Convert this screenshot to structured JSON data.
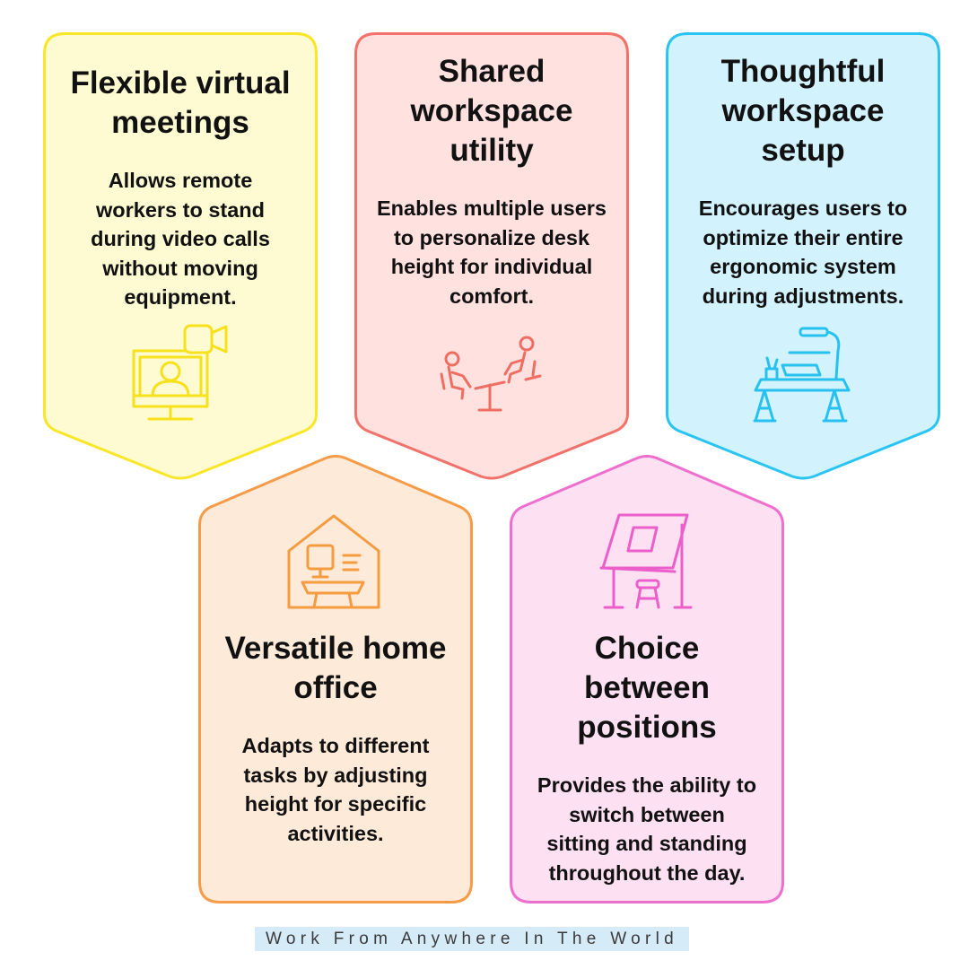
{
  "cards": [
    {
      "title": "Flexible virtual meetings",
      "description": "Allows remote workers to stand during video calls without moving equipment.",
      "icon": "video-call-monitor-icon",
      "fill": "#fefad2",
      "stroke": "#fae629",
      "icon_color": "#f7e11c"
    },
    {
      "title": "Shared workspace utility",
      "description": "Enables multiple users to personalize desk height for individual comfort.",
      "icon": "two-people-seesaw-icon",
      "fill": "#ffe1df",
      "stroke": "#f2716a",
      "icon_color": "#ef6e64"
    },
    {
      "title": "Thoughtful workspace setup",
      "description": "Encourages users to optimize their entire ergonomic system during adjustments.",
      "icon": "desk-lamp-setup-icon",
      "fill": "#d2f2fd",
      "stroke": "#29c4f2",
      "icon_color": "#26c1f0"
    },
    {
      "title": "Versatile home office",
      "description": "Adapts to different tasks by adjusting height for specific activities.",
      "icon": "home-office-desk-icon",
      "fill": "#feead8",
      "stroke": "#f69b47",
      "icon_color": "#f59b40"
    },
    {
      "title": "Choice between positions",
      "description": "Provides the ability to switch between sitting and standing throughout the day.",
      "icon": "drafting-table-stool-icon",
      "fill": "#fde0f2",
      "stroke": "#ef6fcf",
      "icon_color": "#ec5ec9"
    }
  ],
  "footer": {
    "text": "Work From Anywhere In The World"
  }
}
